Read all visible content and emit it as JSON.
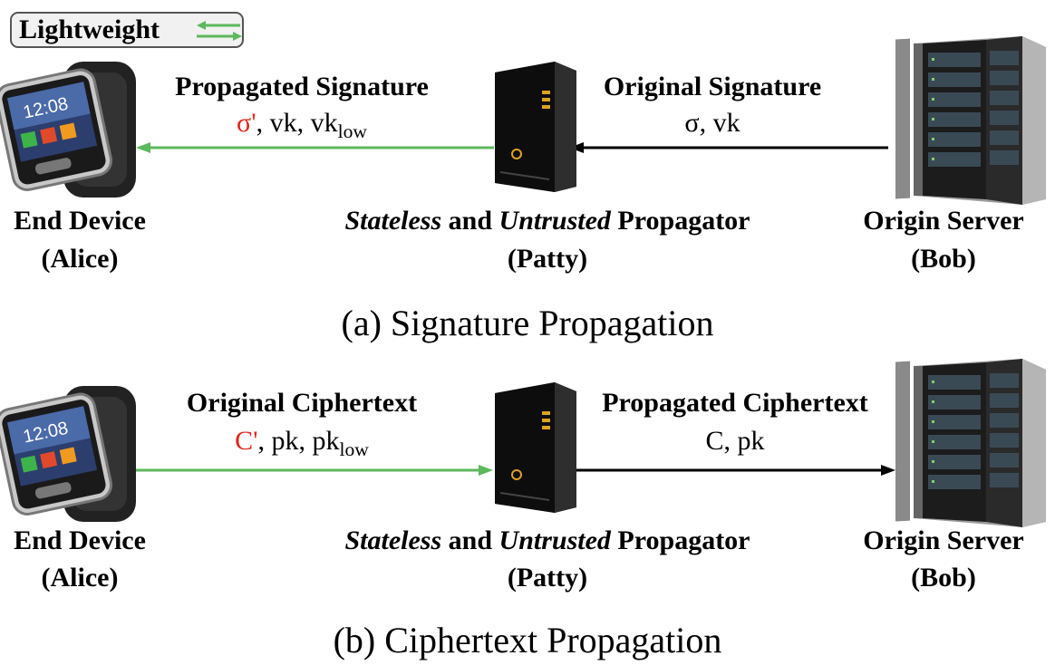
{
  "legend": {
    "label": "Lightweight",
    "color": "#5cb85c"
  },
  "colors": {
    "lightweight": "#5cb85c",
    "highlight": "#e0251b",
    "standard": "#000000"
  },
  "panels": [
    {
      "caption": "(a) Signature Propagation",
      "left_link": {
        "title": "Propagated Signature",
        "prime": "σ'",
        "rest": ", vk, vk",
        "sub": "low"
      },
      "right_link": {
        "title": "Original Signature",
        "text": "σ, vk"
      },
      "device": {
        "name": "End Device",
        "role": "(Alice)"
      },
      "propagator": {
        "italic1": "Stateless",
        "mid": " and ",
        "italic2": "Untrusted",
        "tail": " Propagator",
        "role": "(Patty)"
      },
      "server": {
        "name": "Origin Server",
        "role": "(Bob)"
      }
    },
    {
      "caption": "(b) Ciphertext Propagation",
      "left_link": {
        "title": "Original Ciphertext",
        "prime": "C'",
        "rest": ", pk, pk",
        "sub": "low"
      },
      "right_link": {
        "title": "Propagated Ciphertext",
        "text": "C, pk"
      },
      "device": {
        "name": "End Device",
        "role": "(Alice)"
      },
      "propagator": {
        "italic1": "Stateless",
        "mid": " and ",
        "italic2": "Untrusted",
        "tail": " Propagator",
        "role": "(Patty)"
      },
      "server": {
        "name": "Origin Server",
        "role": "(Bob)"
      }
    }
  ],
  "watch": {
    "time": "12:08"
  },
  "icons": [
    "smartwatch-icon",
    "tower-server-icon",
    "server-rack-icon"
  ]
}
